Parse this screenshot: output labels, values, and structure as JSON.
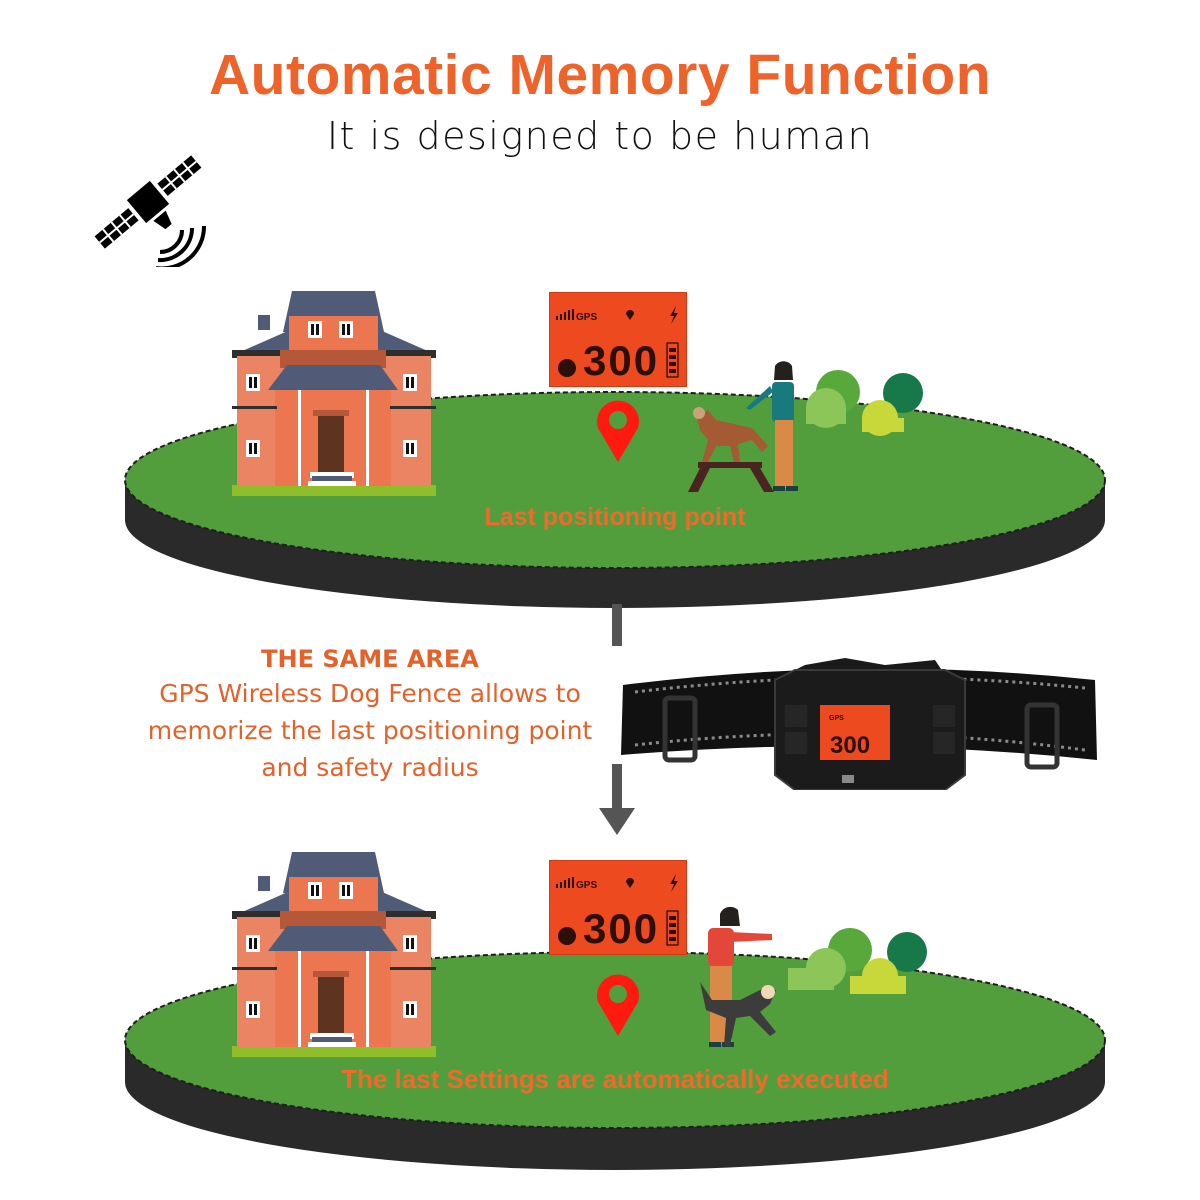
{
  "header": {
    "title": "Automatic Memory Function",
    "subtitle": "It is designed to be human"
  },
  "colors": {
    "accent_orange": "#ee6329",
    "grass": "#539e3c",
    "disc_side": "#2a2a2a",
    "lcd_bg": "#ee4a20",
    "pin_red": "#ff1a0f",
    "arrow_gray": "#555555"
  },
  "icons": {
    "satellite": "satellite-icon",
    "location_pin": "location-pin-icon",
    "gps_signal": "signal-bars-icon",
    "lightning": "lightning-icon",
    "battery": "battery-icon",
    "arrow_down": "arrow-down-icon"
  },
  "scene_top": {
    "label": "Last positioning point",
    "lcd": {
      "gps_label": "GPS",
      "reading": "300"
    }
  },
  "middle": {
    "heading": "THE SAME AREA",
    "lines": [
      "GPS Wireless Dog Fence allows to",
      "memorize the last positioning point",
      "and safety radius"
    ],
    "collar_lcd": {
      "gps_label": "GPS",
      "reading": "300"
    }
  },
  "scene_bottom": {
    "label": "The last Settings are automatically executed",
    "lcd": {
      "gps_label": "GPS",
      "reading": "300"
    }
  }
}
